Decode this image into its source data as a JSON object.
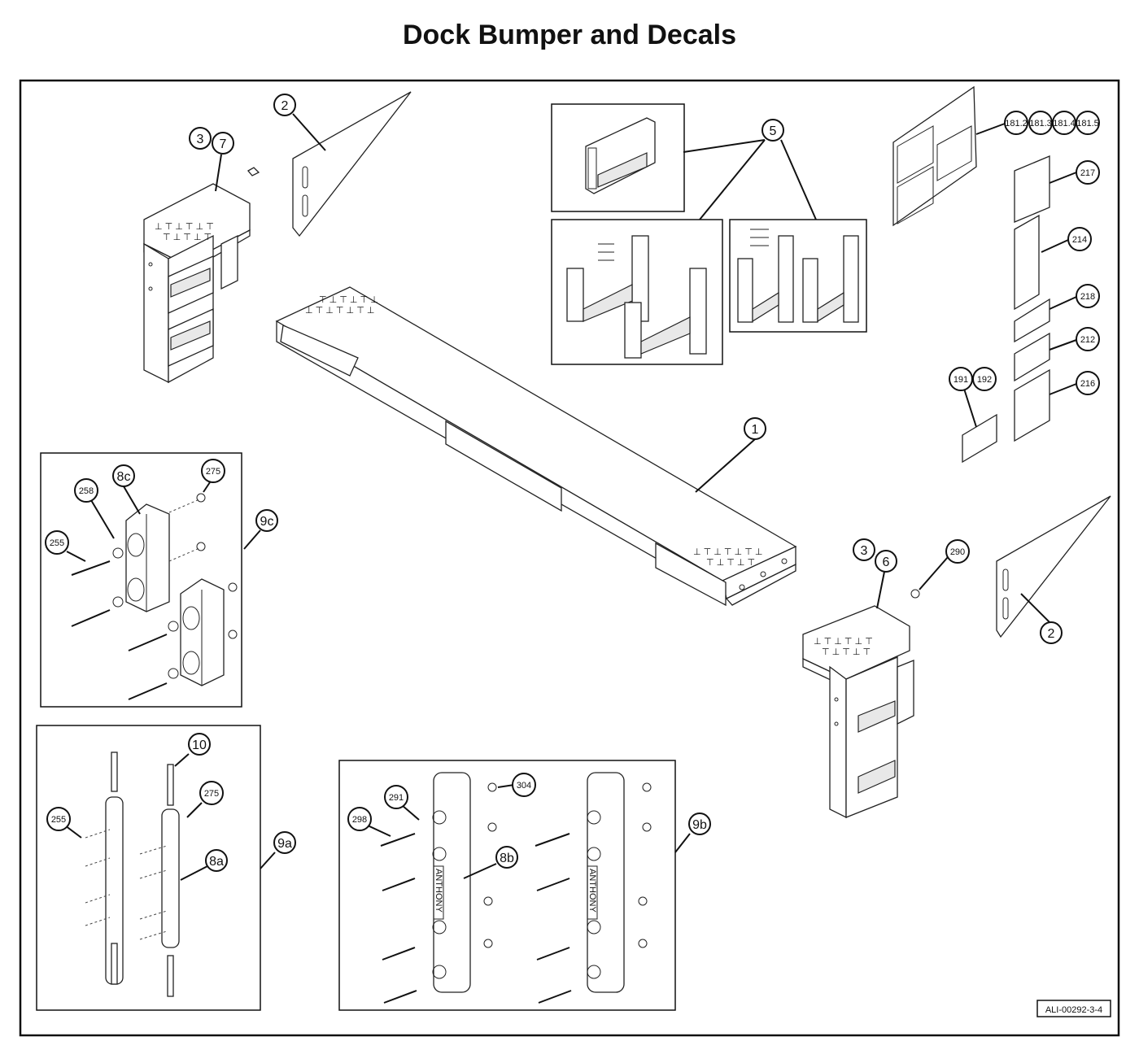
{
  "title": "Dock Bumper and Decals",
  "drawing_number": "ALI-00292-3-4",
  "callouts": {
    "c1": "1",
    "c2a": "2",
    "c2b": "2",
    "c3a": "3",
    "c7": "7",
    "c3b": "3",
    "c6": "6",
    "c5": "5",
    "c290": "290",
    "c1812": "181.2",
    "c1813": "181.3",
    "c1814": "181.4",
    "c1815": "181.5",
    "c217": "217",
    "c214": "214",
    "c218": "218",
    "c212": "212",
    "c216": "216",
    "c191": "191",
    "c192": "192",
    "c8c": "8c",
    "c258": "258",
    "c275a": "275",
    "c255a": "255",
    "c9c": "9c",
    "c10": "10",
    "c275b": "275",
    "c255b": "255",
    "c8a": "8a",
    "c9a": "9a",
    "c304": "304",
    "c291": "291",
    "c298": "298",
    "c8b": "8b",
    "c9b": "9b"
  },
  "bumper_text": "ANTHONY"
}
